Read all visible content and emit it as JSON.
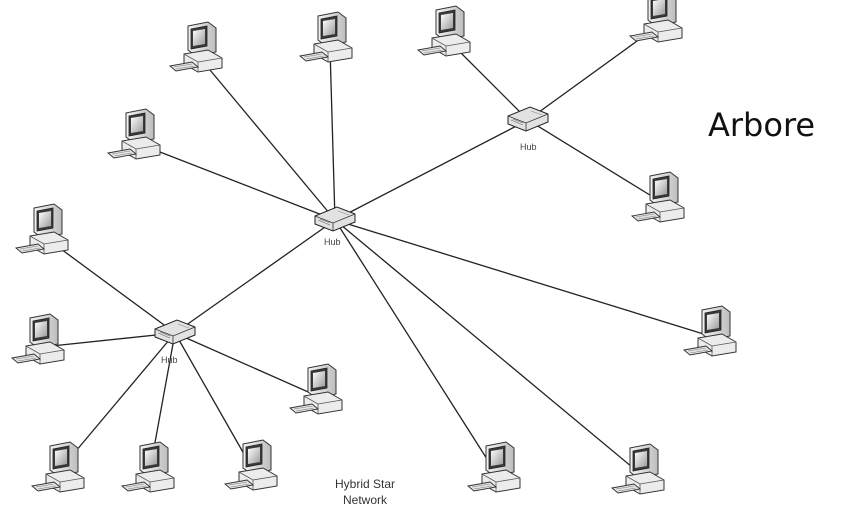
{
  "side_label": "Arbore",
  "caption": {
    "line1": "Hybrid Star",
    "line2": "Network"
  },
  "hub_label": "Hub",
  "hubs": [
    {
      "id": "central",
      "label": "Hub"
    },
    {
      "id": "upper-right",
      "label": "Hub"
    },
    {
      "id": "lower-left",
      "label": "Hub"
    }
  ],
  "device_icon": "desktop-computer-icon",
  "links": [
    {
      "from": "central",
      "to": "computer-top-left"
    },
    {
      "from": "central",
      "to": "computer-top-center"
    },
    {
      "from": "central",
      "to": "computer-left-upper"
    },
    {
      "from": "central",
      "to": "hub-upper-right"
    },
    {
      "from": "central",
      "to": "hub-lower-left"
    },
    {
      "from": "central",
      "to": "computer-right-middle"
    },
    {
      "from": "central",
      "to": "computer-bottom-mid-right"
    },
    {
      "from": "central",
      "to": "computer-bottom-right"
    },
    {
      "from": "upper-right",
      "to": "computer-upper-right-a"
    },
    {
      "from": "upper-right",
      "to": "computer-upper-right-b"
    },
    {
      "from": "upper-right",
      "to": "computer-upper-right-c"
    },
    {
      "from": "lower-left",
      "to": "computer-left-a"
    },
    {
      "from": "lower-left",
      "to": "computer-left-b"
    },
    {
      "from": "lower-left",
      "to": "computer-bottom-1"
    },
    {
      "from": "lower-left",
      "to": "computer-bottom-2"
    },
    {
      "from": "lower-left",
      "to": "computer-bottom-3"
    },
    {
      "from": "lower-left",
      "to": "computer-lower-mid"
    }
  ]
}
